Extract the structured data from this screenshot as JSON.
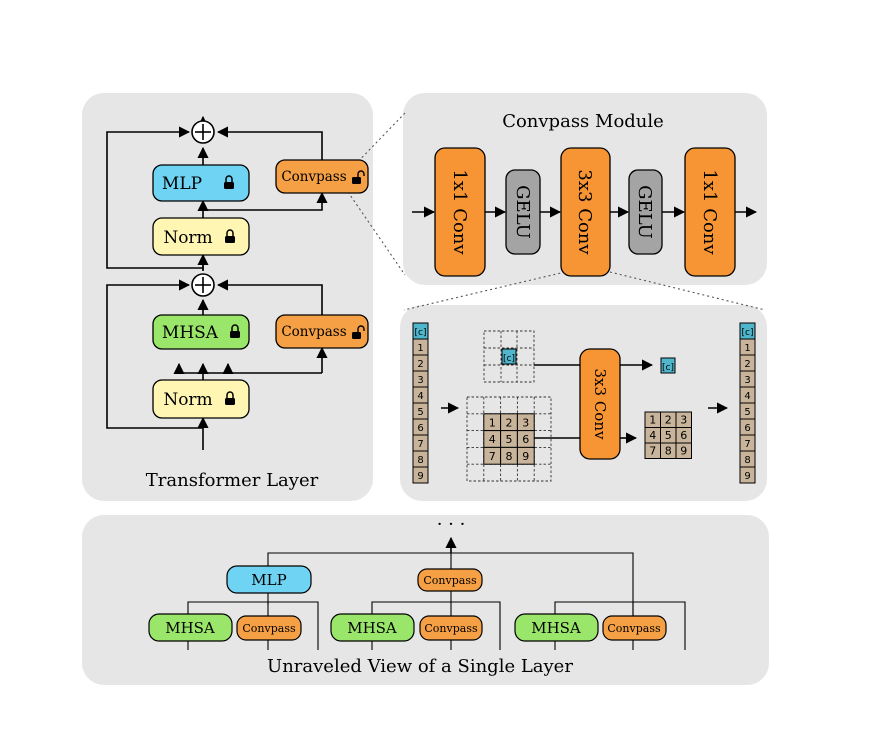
{
  "colors": {
    "mlp": "#6fd3f3",
    "norm": "#fff6b3",
    "mhsa": "#9ae66a",
    "convpass": "#f6a045",
    "conv": "#f79433",
    "gelu": "#a4a4a4",
    "cell": "#c8b49a",
    "cls": "#4fb6cc",
    "panel": "#e6e6e6"
  },
  "transformer": {
    "title": "Transformer Layer",
    "mlp": "MLP",
    "norm_top": "Norm",
    "norm_bottom": "Norm",
    "mhsa": "MHSA",
    "convpass_top": "Convpass",
    "convpass_bottom": "Convpass",
    "lock_icon": "lock-icon",
    "unlock_icon": "unlock-icon"
  },
  "convpass_module": {
    "title": "Convpass Module",
    "blocks": [
      "1x1 Conv",
      "GELU",
      "3x3 Conv",
      "GELU",
      "1x1 Conv"
    ]
  },
  "conv_detail": {
    "cls": "[c]",
    "tokens": [
      "1",
      "2",
      "3",
      "4",
      "5",
      "6",
      "7",
      "8",
      "9"
    ],
    "conv_label": "3x3 Conv"
  },
  "unraveled": {
    "title": "Unraveled View of a Single Layer",
    "dots": "· · ·",
    "mlp": "MLP",
    "convpass_top": "Convpass",
    "groups": [
      {
        "mhsa": "MHSA",
        "convpass": "Convpass"
      },
      {
        "mhsa": "MHSA",
        "convpass": "Convpass"
      },
      {
        "mhsa": "MHSA",
        "convpass": "Convpass"
      }
    ]
  }
}
